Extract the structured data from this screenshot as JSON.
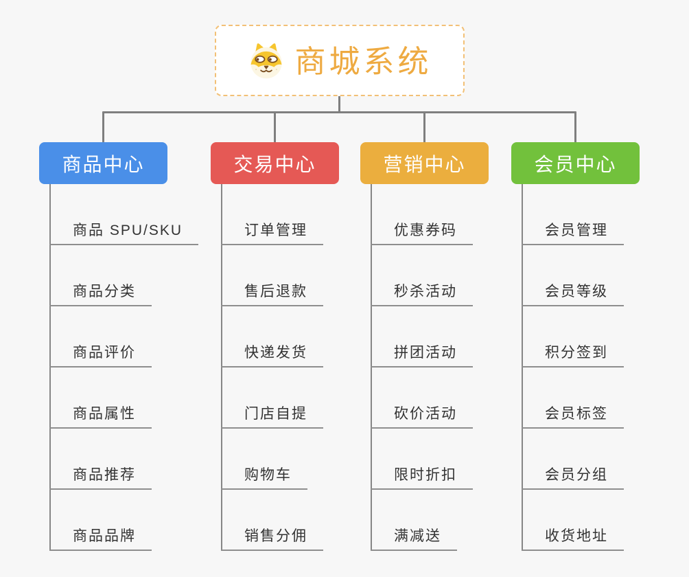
{
  "root": {
    "title": "商城系统",
    "icon": "dog-icon",
    "accent_color": "#EEAA41",
    "border_color": "#F2C076"
  },
  "colors": {
    "background": "#F7F7F7",
    "connector": "#7F7F7F",
    "trunk": "#868686",
    "underline": "#8E8E8E",
    "item_text": "#333333",
    "branch_text": "#FFFFFF"
  },
  "branches": [
    {
      "label": "商品中心",
      "color": "#4A8FE8",
      "items": [
        "商品 SPU/SKU",
        "商品分类",
        "商品评价",
        "商品属性",
        "商品推荐",
        "商品品牌"
      ]
    },
    {
      "label": "交易中心",
      "color": "#E55955",
      "items": [
        "订单管理",
        "售后退款",
        "快递发货",
        "门店自提",
        "购物车",
        "销售分佣"
      ]
    },
    {
      "label": "营销中心",
      "color": "#EBAE3E",
      "items": [
        "优惠券码",
        "秒杀活动",
        "拼团活动",
        "砍价活动",
        "限时折扣",
        "满减送"
      ]
    },
    {
      "label": "会员中心",
      "color": "#72C13C",
      "items": [
        "会员管理",
        "会员等级",
        "积分签到",
        "会员标签",
        "会员分组",
        "收货地址"
      ]
    }
  ]
}
